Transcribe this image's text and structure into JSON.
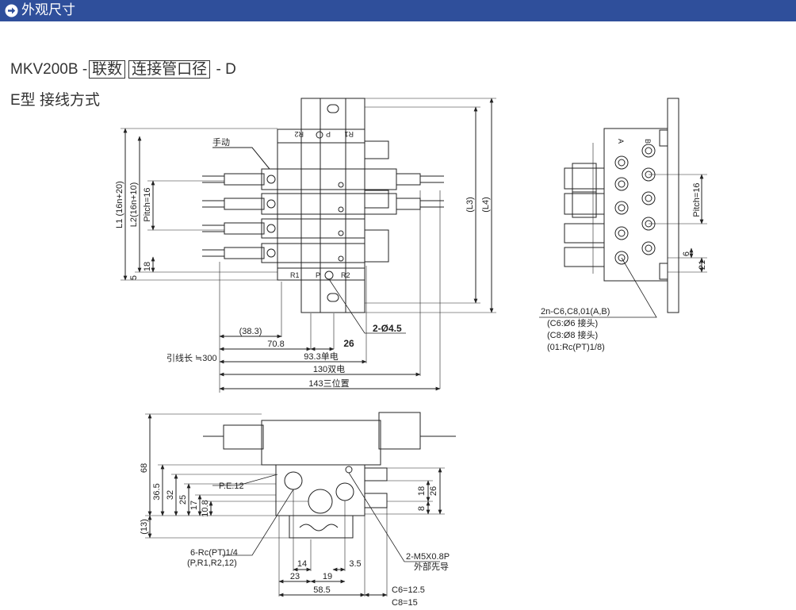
{
  "header": {
    "title": "外观尺寸",
    "icon": "arrow-right-circle-icon",
    "bar_color": "#2f4f9b"
  },
  "model": {
    "prefix": "MKV200B",
    "sep1": "-",
    "box1": "联数",
    "box2": "连接管口径",
    "sep2": "-",
    "suffix": "D"
  },
  "subtitle": "E型 接线方式",
  "top_view": {
    "manual_label": "手动",
    "L1": "L1 (16n+20)",
    "L2": "L2(16n+10)",
    "pitch": "Pitch=16",
    "dim_18": "18",
    "dim_5": "5",
    "L3": "(L3)",
    "L4": "(L4)",
    "port_r1_top": "R1",
    "port_p_top": "P",
    "port_r2_top": "R2",
    "port_r1": "R1",
    "port_p": "P",
    "port_r2": "R2",
    "dim_383": "(38.3)",
    "dim_708": "70.8",
    "dim_26": "26",
    "dim_hole": "2-Ø4.5",
    "lead_label": "引线长 ≒300",
    "dim_933": "93.3单电",
    "dim_130": "130双电",
    "dim_143": "143三位置"
  },
  "side_view": {
    "port_a": "A",
    "port_b": "B",
    "pitch": "Pitch=16",
    "dim_6": "6",
    "dim_21": "21",
    "note1": "2n-C6,C8,01(A,B)",
    "note2": "(C6:Ø6 接头)",
    "note3": "(C8:Ø8 接头)",
    "note4": "(01:Rc(PT)1/8)"
  },
  "front_view": {
    "dim_68": "68",
    "dim_365": "36.5",
    "dim_32": "32",
    "dim_25": "25",
    "dim_17": "17",
    "dim_108": "10.8",
    "dim_13": "(13)",
    "pe_label": "P.E.12",
    "dim_18": "18",
    "dim_26": "26",
    "dim_8": "8",
    "rc_note1": "6-Rc(PT)1/4",
    "rc_note2": "(P,R1,R2,12)",
    "m5_note1": "2-M5X0.8P",
    "m5_note2": "外部先导",
    "dim_14": "14",
    "dim_23": "23",
    "dim_19": "19",
    "dim_35": "3.5",
    "dim_585": "58.5",
    "dim_c6": "C6=12.5",
    "dim_c8": "C8=15"
  }
}
